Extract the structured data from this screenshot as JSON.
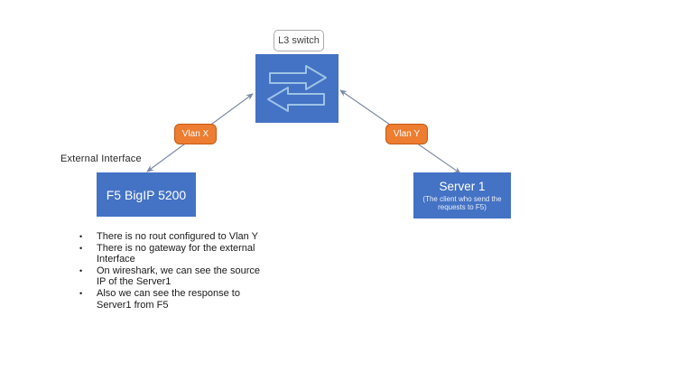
{
  "diagram": {
    "switch_label": "L3 switch",
    "vlan_x": "Vlan X",
    "vlan_y": "Vlan Y",
    "external_interface_label": "External Interface",
    "f5_label": "F5 BigIP 5200",
    "server_title": "Server 1",
    "server_subtitle": "(The client who send the\nrequests to F5)"
  },
  "notes": {
    "bullet": "•",
    "items": [
      "There is no rout configured to Vlan Y",
      "There is no gateway for the external\nInterface",
      "On wireshark, we can see the source\nIP of the Server1",
      "Also we can see the response to\nServer1 from F5"
    ]
  },
  "icons": {
    "switch_right_arrow": "block-arrow-right",
    "switch_left_arrow": "block-arrow-left"
  },
  "colors": {
    "node_blue": "#4472c4",
    "badge_orange": "#ed7d31",
    "badge_orange_border": "#c55a11",
    "connector_gray_blue": "#7d8aa5",
    "switch_arrow_outline": "#9dc3e6",
    "callout_border": "#ababab",
    "text_dark": "#262626"
  }
}
